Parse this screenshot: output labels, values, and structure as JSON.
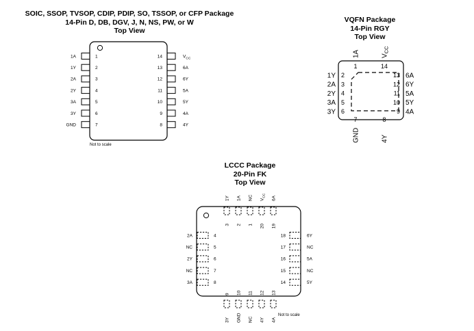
{
  "soic": {
    "title": [
      "SOIC, SSOP, TVSOP, CDIP, PDIP, SO, TSSOP, or CFP Package",
      "14-Pin D, DB, DGV, J, N, NS, PW, or W",
      "Top View"
    ],
    "left_pins": [
      {
        "num": "1",
        "name": "1A"
      },
      {
        "num": "2",
        "name": "1Y"
      },
      {
        "num": "3",
        "name": "2A"
      },
      {
        "num": "4",
        "name": "2Y"
      },
      {
        "num": "5",
        "name": "3A"
      },
      {
        "num": "6",
        "name": "3Y"
      },
      {
        "num": "7",
        "name": "GND"
      }
    ],
    "right_pins": [
      {
        "num": "14",
        "name": "V",
        "sub": "CC"
      },
      {
        "num": "13",
        "name": "6A"
      },
      {
        "num": "12",
        "name": "6Y"
      },
      {
        "num": "11",
        "name": "5A"
      },
      {
        "num": "10",
        "name": "5Y"
      },
      {
        "num": "9",
        "name": "4A"
      },
      {
        "num": "8",
        "name": "4Y"
      }
    ],
    "note": "Not to scale"
  },
  "vqfn": {
    "title": [
      "VQFN Package",
      "14-Pin RGY",
      "Top View"
    ],
    "top_pins": [
      {
        "num": "1",
        "name": "1A"
      },
      {
        "num": "14",
        "name": "V",
        "sub": "CC"
      }
    ],
    "left_pins": [
      {
        "num": "2",
        "name": "1Y"
      },
      {
        "num": "3",
        "name": "2A"
      },
      {
        "num": "4",
        "name": "2Y"
      },
      {
        "num": "5",
        "name": "3A"
      },
      {
        "num": "6",
        "name": "3Y"
      }
    ],
    "right_pins": [
      {
        "num": "13",
        "name": "6A"
      },
      {
        "num": "12",
        "name": "6Y"
      },
      {
        "num": "11",
        "name": "5A"
      },
      {
        "num": "10",
        "name": "5Y"
      },
      {
        "num": "9",
        "name": "4A"
      }
    ],
    "bottom_pins": [
      {
        "num": "7",
        "name": "GND"
      },
      {
        "num": "8",
        "name": "4Y"
      }
    ]
  },
  "lccc": {
    "title": [
      "LCCC Package",
      "20-Pin FK",
      "Top View"
    ],
    "top_pins": [
      {
        "num": "3",
        "name": "1Y"
      },
      {
        "num": "2",
        "name": "1A"
      },
      {
        "num": "1",
        "name": "NC"
      },
      {
        "num": "20",
        "name": "V",
        "sub": "CC"
      },
      {
        "num": "19",
        "name": "6A"
      }
    ],
    "left_pins": [
      {
        "num": "4",
        "name": "2A"
      },
      {
        "num": "5",
        "name": "NC"
      },
      {
        "num": "6",
        "name": "2Y"
      },
      {
        "num": "7",
        "name": "NC"
      },
      {
        "num": "8",
        "name": "3A"
      }
    ],
    "right_pins": [
      {
        "num": "18",
        "name": "6Y"
      },
      {
        "num": "17",
        "name": "NC"
      },
      {
        "num": "16",
        "name": "5A"
      },
      {
        "num": "15",
        "name": "NC"
      },
      {
        "num": "14",
        "name": "5Y"
      }
    ],
    "bottom_pins": [
      {
        "num": "9",
        "name": "3Y"
      },
      {
        "num": "10",
        "name": "GND"
      },
      {
        "num": "11",
        "name": "NC"
      },
      {
        "num": "12",
        "name": "4Y"
      },
      {
        "num": "13",
        "name": "4A"
      }
    ],
    "note": "Not to scale"
  }
}
